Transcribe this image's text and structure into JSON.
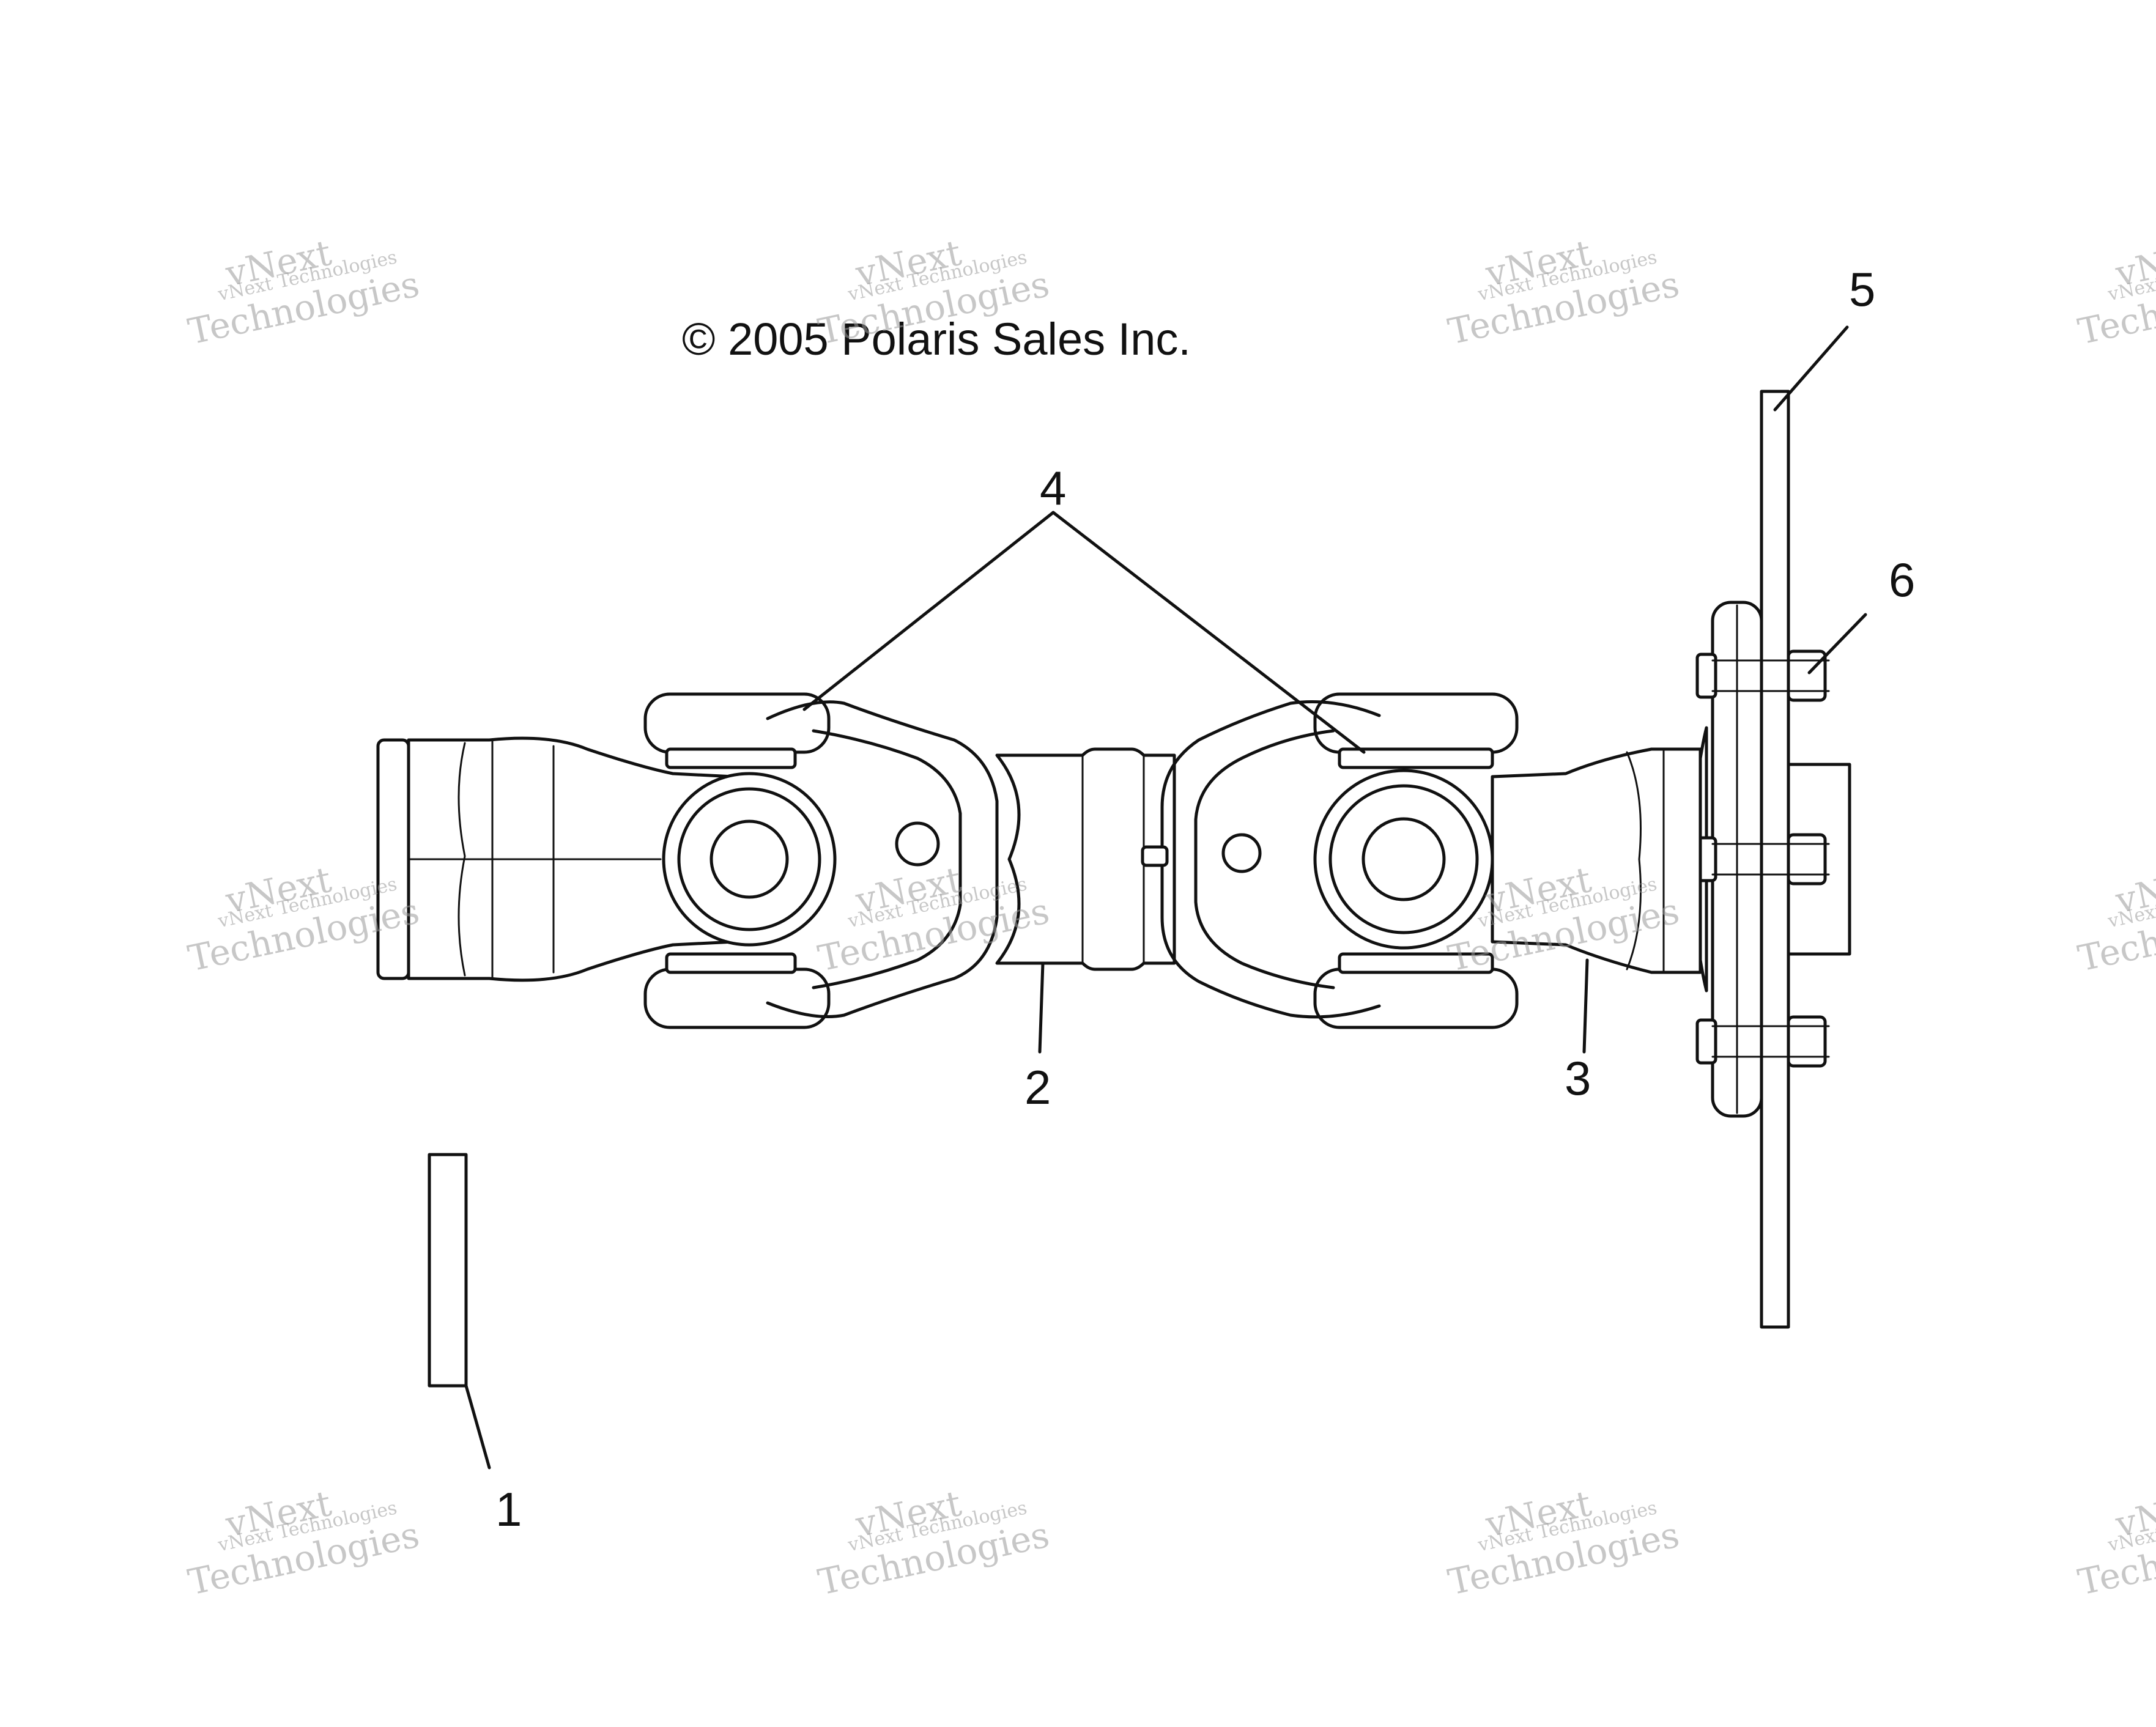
{
  "copyright": "© 2005 Polaris Sales Inc.",
  "watermark": {
    "line_small": "vNext Technologies",
    "line_top": "vNext",
    "line_bottom": "Technologies"
  },
  "callouts": {
    "c1": "1",
    "c2": "2",
    "c3": "3",
    "c4": "4",
    "c5": "5",
    "c6": "6"
  },
  "colors": {
    "line": "#111111",
    "background": "#ffffff",
    "watermark": "#9a9a9a"
  }
}
